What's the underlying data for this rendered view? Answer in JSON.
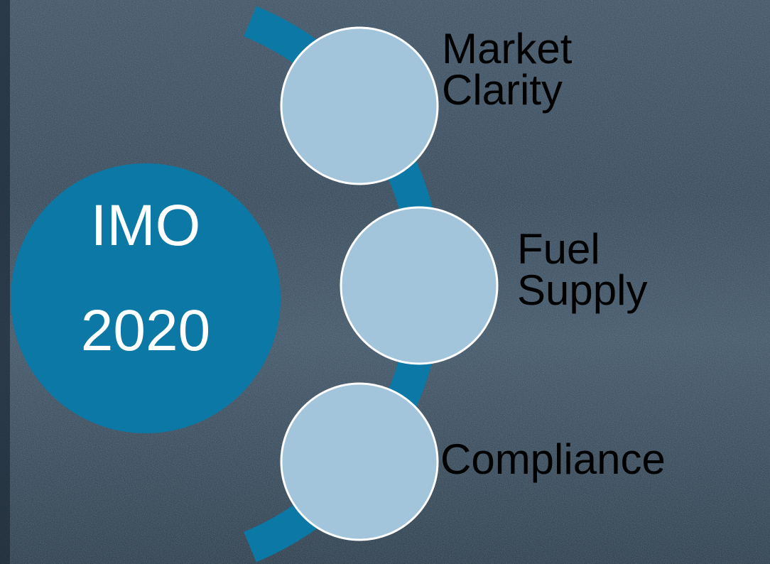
{
  "center": {
    "line1": "IMO",
    "line2": "2020"
  },
  "items": [
    {
      "line1": "Market",
      "line2": "Clarity"
    },
    {
      "line1": "Fuel",
      "line2": "Supply"
    },
    {
      "line1": "Compliance"
    }
  ],
  "colors": {
    "primary": "#0b78a5",
    "node_fill": "#a3c5db",
    "node_stroke": "#ffffff",
    "label_text": "#000000",
    "center_text": "#ffffff"
  }
}
